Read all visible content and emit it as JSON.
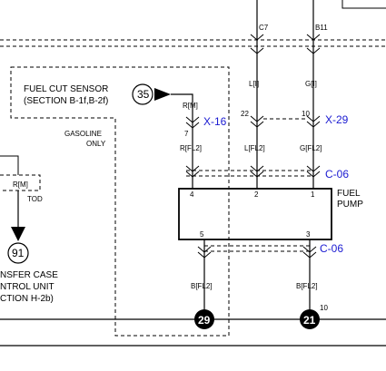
{
  "fuel_cut_sensor": {
    "title": "FUEL CUT SENSOR",
    "section": "(SECTION B-1f,B-2f)",
    "ref_number": "35",
    "wire_label": "R[M]",
    "pin": "7"
  },
  "gasoline_only": {
    "line1": "GASOLINE",
    "line2": "ONLY"
  },
  "connectors": {
    "x16": "X-16",
    "x29": "X-29",
    "c06_top": "C-06",
    "c06_bottom": "C-06"
  },
  "top_terminals": {
    "c7": "C7",
    "b11": "B11"
  },
  "wires": {
    "l_i": "L[I]",
    "g_i": "G[I]",
    "r_fl2": "R[FL2]",
    "l_fl2": "L[FL2]",
    "g_fl2": "G[FL2]",
    "b_fl2_left": "B[FL2]",
    "b_fl2_right": "B[FL2]",
    "pin_22": "22",
    "pin_10": "10",
    "pin_7": "7"
  },
  "fuel_pump": {
    "line1": "FUEL",
    "line2": "PUMP",
    "pin_4": "4",
    "pin_2": "2",
    "pin_1": "1",
    "pin_5": "5",
    "pin_3": "3"
  },
  "tod": {
    "wire_label": "R[M]",
    "label": "TOD",
    "ref_number": "91",
    "transfer_line1": "NSFER CASE",
    "transfer_line2": "NTROL UNIT",
    "transfer_line3": "CTION H-2b)"
  },
  "grounds": {
    "g29": "29",
    "g21": "21",
    "g21_pin": "10"
  }
}
